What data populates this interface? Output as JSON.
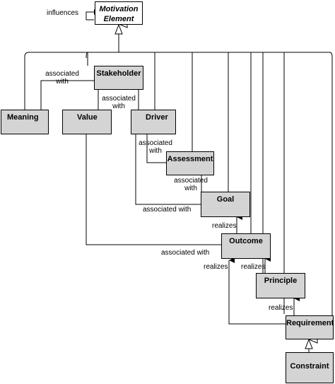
{
  "elements": {
    "motivation": "Motivation\nElement",
    "stakeholder": "Stakeholder",
    "meaning": "Meaning",
    "value": "Value",
    "driver": "Driver",
    "assessment": "Assessment",
    "goal": "Goal",
    "outcome": "Outcome",
    "principle": "Principle",
    "requirement": "Requirement",
    "constraint": "Constraint"
  },
  "relations": {
    "influences": "influences",
    "assoc_meaning_stakeholder": "associated\nwith",
    "assoc_stakeholder_driver": "associated\nwith",
    "assoc_driver_assessment": "associated\nwith",
    "assoc_assessment_goal": "associated\nwith",
    "assoc_driver_goal": "associated with",
    "realizes_outcome_goal": "realizes",
    "assoc_value_outcome": "associated with",
    "realizes_requirement_outcome": "realizes",
    "realizes_principle_outcome": "realizes",
    "realizes_requirement_principle": "realizes"
  }
}
